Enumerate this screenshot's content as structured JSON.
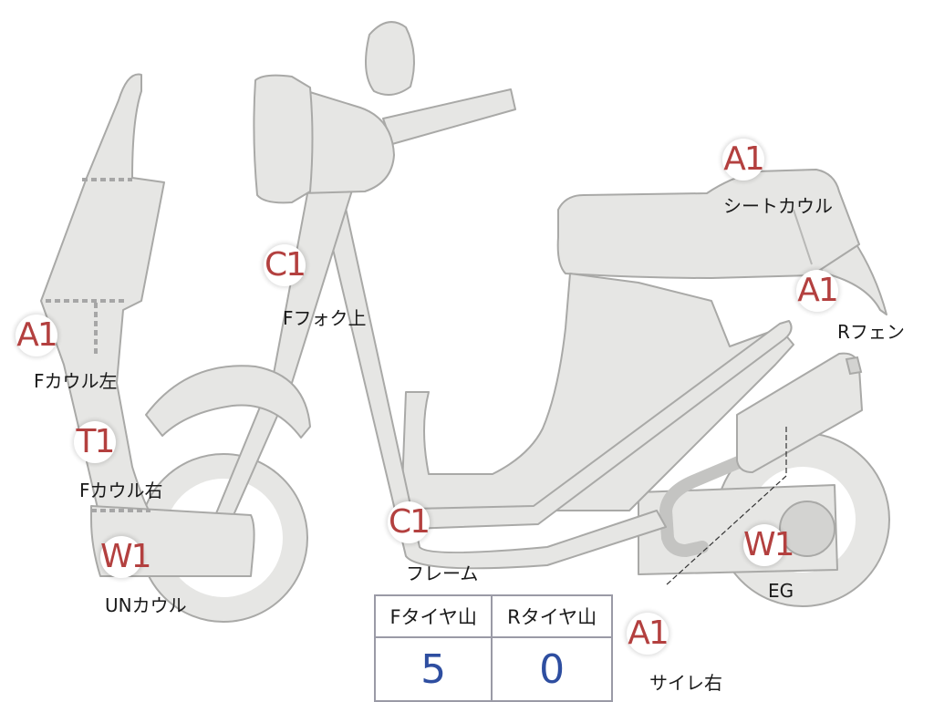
{
  "parts": [
    {
      "code": "A1",
      "name": "Fカウル左"
    },
    {
      "code": "T1",
      "name": "Fカウル右"
    },
    {
      "code": "W1",
      "name": "UNカウル"
    },
    {
      "code": "C1",
      "name": "Fフォク上"
    },
    {
      "code": "C1",
      "name": "フレーム"
    },
    {
      "code": "A1",
      "name": "シートカウル"
    },
    {
      "code": "A1",
      "name": "Rフェン"
    },
    {
      "code": "W1",
      "name": "EG"
    },
    {
      "code": "A1",
      "name": "サイレ右"
    }
  ],
  "tread": {
    "headers": [
      "Fタイヤ山",
      "Rタイヤ山"
    ],
    "values": [
      "5",
      "0"
    ]
  },
  "colors": {
    "body_fill": "#e6e6e4",
    "outline": "#a9a9a7",
    "code_text": "#b3403f",
    "tread_value": "#2e4ea0",
    "table_border": "#9a9aa6"
  }
}
